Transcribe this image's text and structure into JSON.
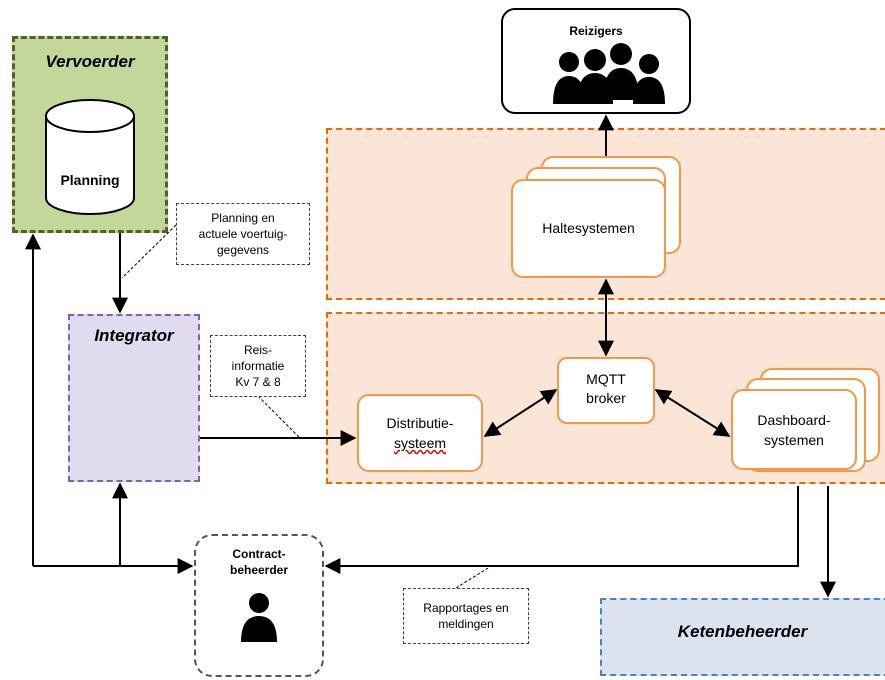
{
  "zones": {
    "vervoerder": "Vervoerder",
    "integrator": "Integrator",
    "ketenbeheerder": "Ketenbeheerder"
  },
  "nodes": {
    "reizigers": "Reizigers",
    "planning": "Planning",
    "haltesystemen": "Haltesystemen",
    "mqtt_line1": "MQTT",
    "mqtt_line2": "broker",
    "distributie_line1": "Distributie-",
    "distributie_line2": "systeem",
    "dashboard_line1": "Dashboard-",
    "dashboard_line2": "systemen",
    "contract_line1": "Contract-",
    "contract_line2": "beheerder"
  },
  "notes": {
    "planning_l1": "Planning en",
    "planning_l2": "actuele voertuig-",
    "planning_l3": "gegevens",
    "reis_l1": "Reis-",
    "reis_l2": "informatie",
    "reis_l3": "Kv 7 & 8",
    "rapport_l1": "Rapportages en",
    "rapport_l2": "meldingen"
  },
  "icons": {
    "people": "people-group-icon",
    "person": "person-icon",
    "database": "database-cylinder-icon"
  },
  "colors": {
    "vervoerder_fill": "#c4d79b",
    "integrator_fill": "#e0dbee",
    "orange_zone_fill": "#fbe5d6",
    "orange_border": "#f79646",
    "ketenbeheerder_fill": "#dbe2f0"
  }
}
